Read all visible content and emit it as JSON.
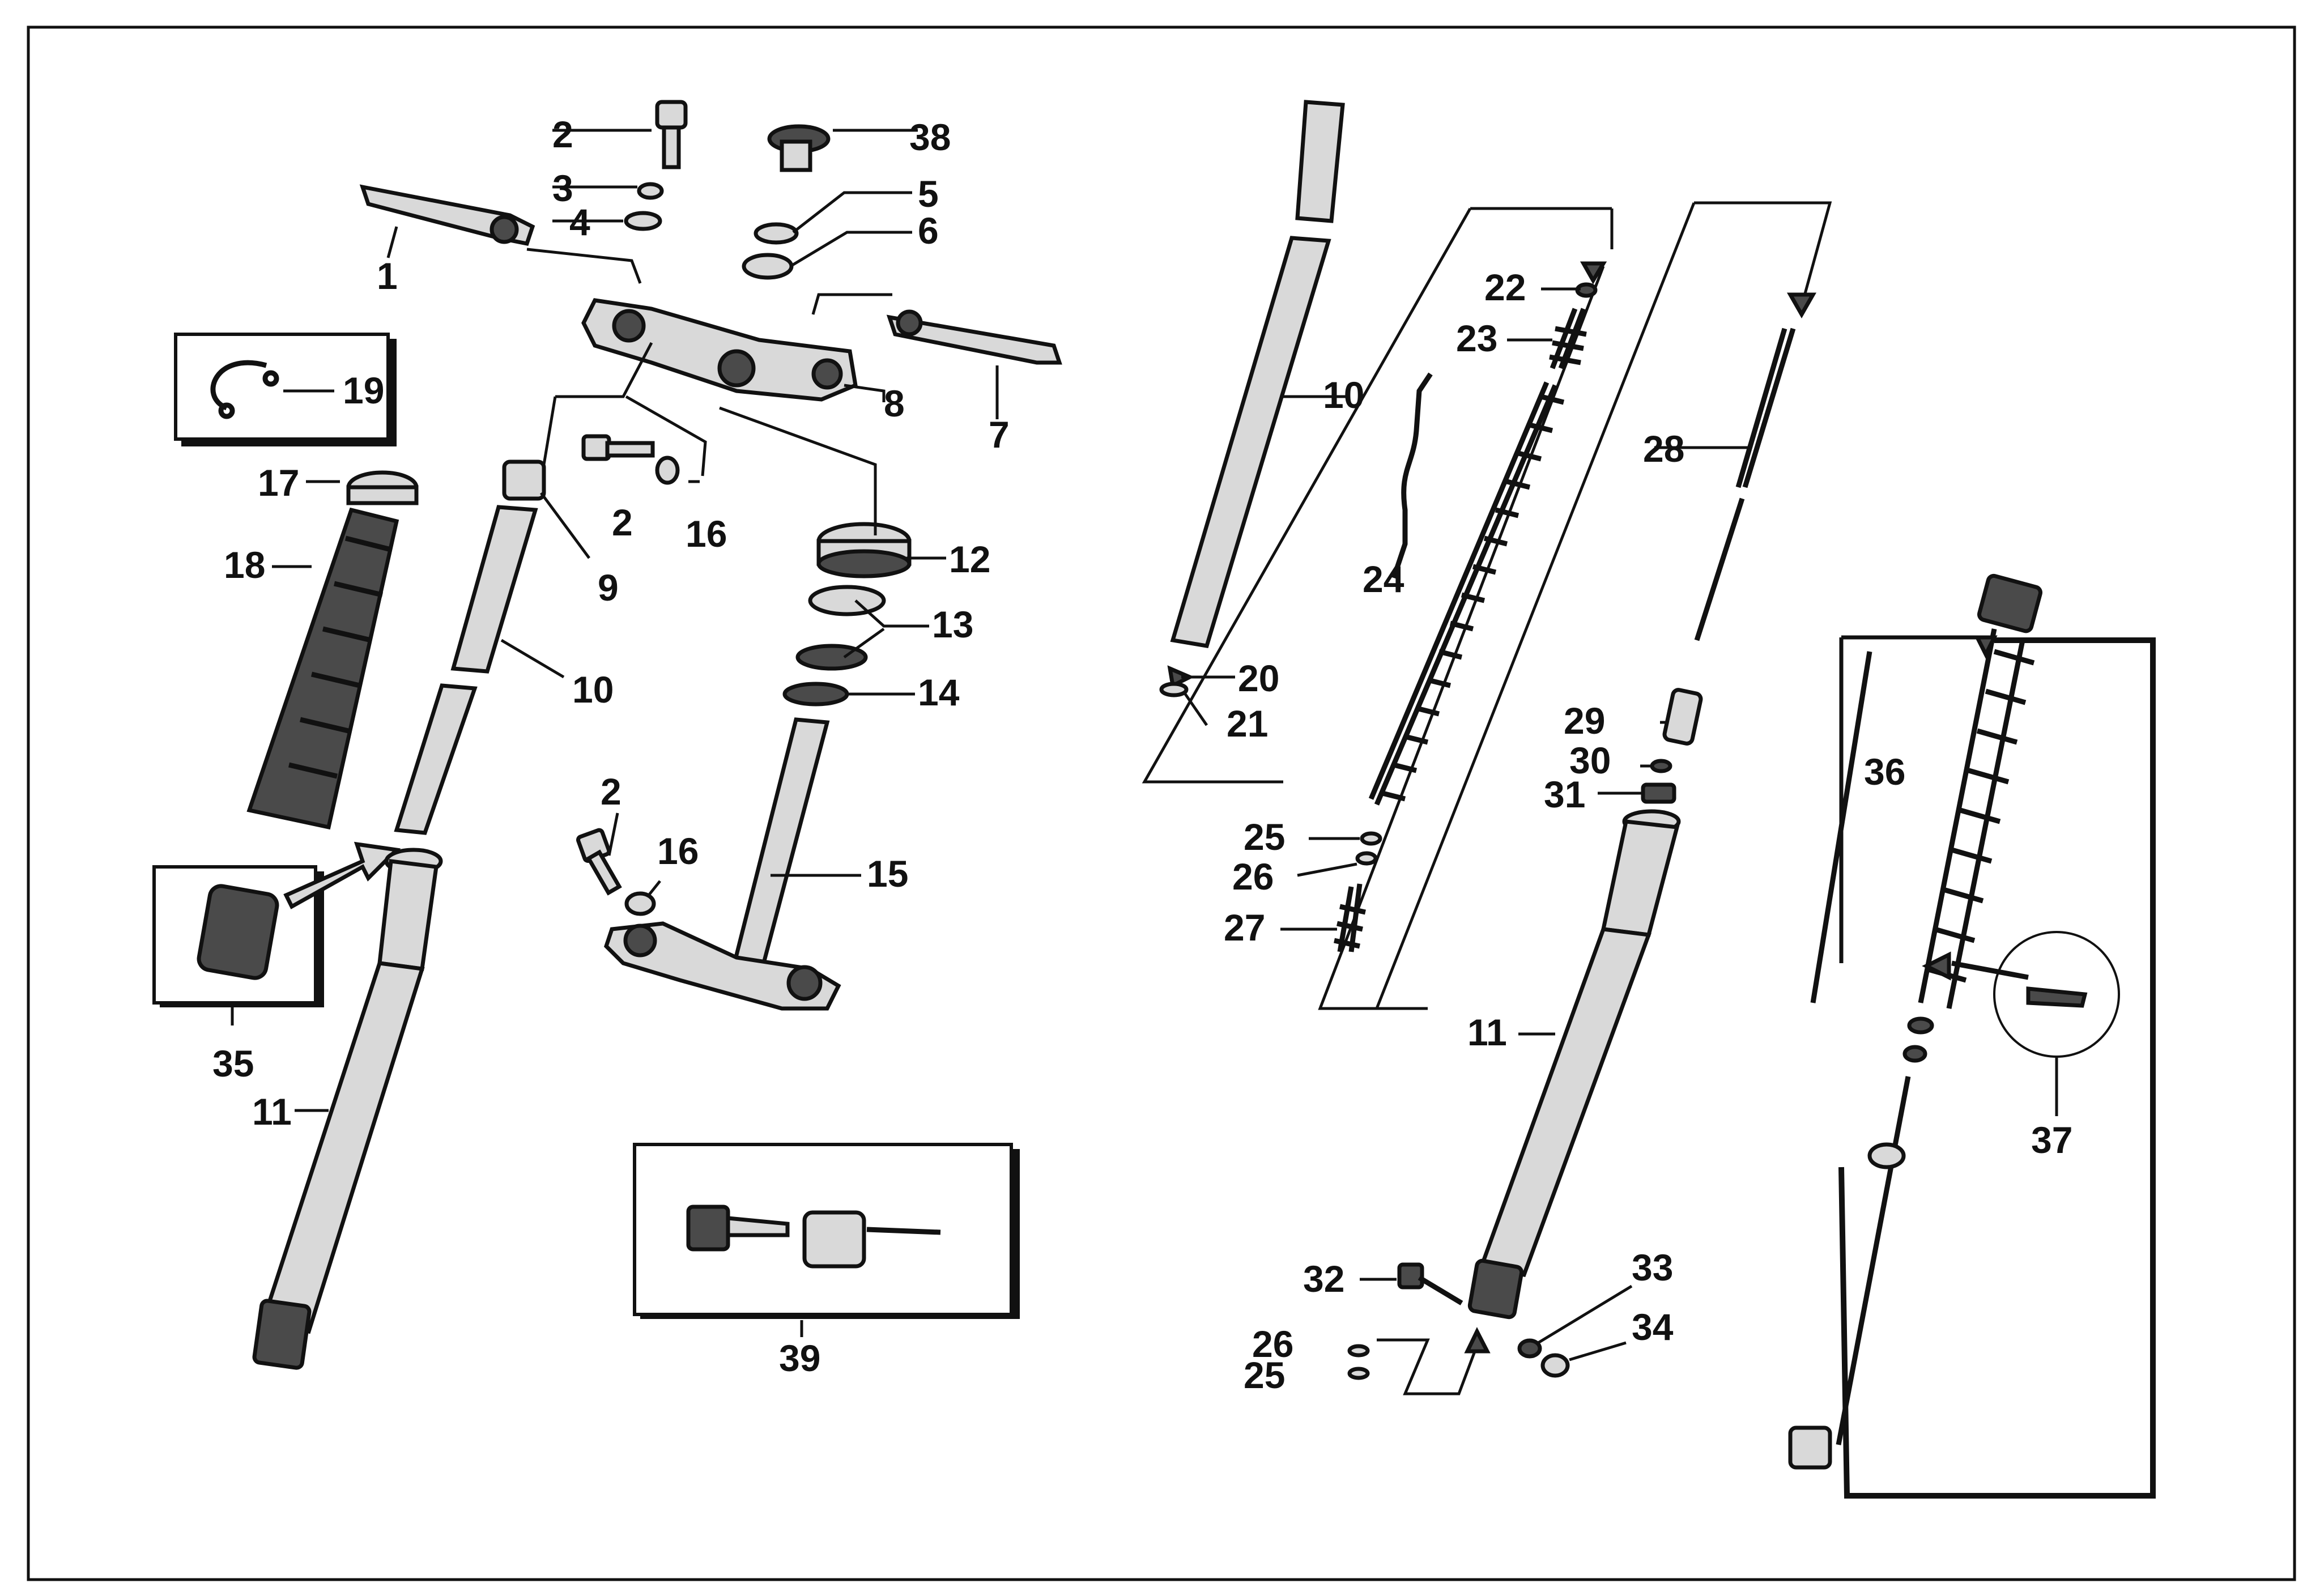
{
  "diagram": {
    "type": "exploded-parts-view",
    "subject": "front fork assembly",
    "callouts": [
      {
        "id": "c1",
        "label": "1"
      },
      {
        "id": "c2a",
        "label": "2"
      },
      {
        "id": "c2b",
        "label": "2"
      },
      {
        "id": "c2c",
        "label": "2"
      },
      {
        "id": "c3",
        "label": "3"
      },
      {
        "id": "c4",
        "label": "4"
      },
      {
        "id": "c5",
        "label": "5"
      },
      {
        "id": "c6",
        "label": "6"
      },
      {
        "id": "c7",
        "label": "7"
      },
      {
        "id": "c8",
        "label": "8"
      },
      {
        "id": "c9",
        "label": "9"
      },
      {
        "id": "c10a",
        "label": "10"
      },
      {
        "id": "c10b",
        "label": "10"
      },
      {
        "id": "c11a",
        "label": "11"
      },
      {
        "id": "c11b",
        "label": "11"
      },
      {
        "id": "c12",
        "label": "12"
      },
      {
        "id": "c13",
        "label": "13"
      },
      {
        "id": "c14",
        "label": "14"
      },
      {
        "id": "c15",
        "label": "15"
      },
      {
        "id": "c16a",
        "label": "16"
      },
      {
        "id": "c16b",
        "label": "16"
      },
      {
        "id": "c17",
        "label": "17"
      },
      {
        "id": "c18",
        "label": "18"
      },
      {
        "id": "c19",
        "label": "19"
      },
      {
        "id": "c20",
        "label": "20"
      },
      {
        "id": "c21",
        "label": "21"
      },
      {
        "id": "c22",
        "label": "22"
      },
      {
        "id": "c23",
        "label": "23"
      },
      {
        "id": "c24",
        "label": "24"
      },
      {
        "id": "c25a",
        "label": "25"
      },
      {
        "id": "c25b",
        "label": "25"
      },
      {
        "id": "c26a",
        "label": "26"
      },
      {
        "id": "c26b",
        "label": "26"
      },
      {
        "id": "c27",
        "label": "27"
      },
      {
        "id": "c28",
        "label": "28"
      },
      {
        "id": "c29",
        "label": "29"
      },
      {
        "id": "c30",
        "label": "30"
      },
      {
        "id": "c31",
        "label": "31"
      },
      {
        "id": "c32",
        "label": "32"
      },
      {
        "id": "c33",
        "label": "33"
      },
      {
        "id": "c34",
        "label": "34"
      },
      {
        "id": "c35",
        "label": "35"
      },
      {
        "id": "c36",
        "label": "36"
      },
      {
        "id": "c37",
        "label": "37"
      },
      {
        "id": "c38",
        "label": "38"
      },
      {
        "id": "c39",
        "label": "39"
      }
    ]
  }
}
